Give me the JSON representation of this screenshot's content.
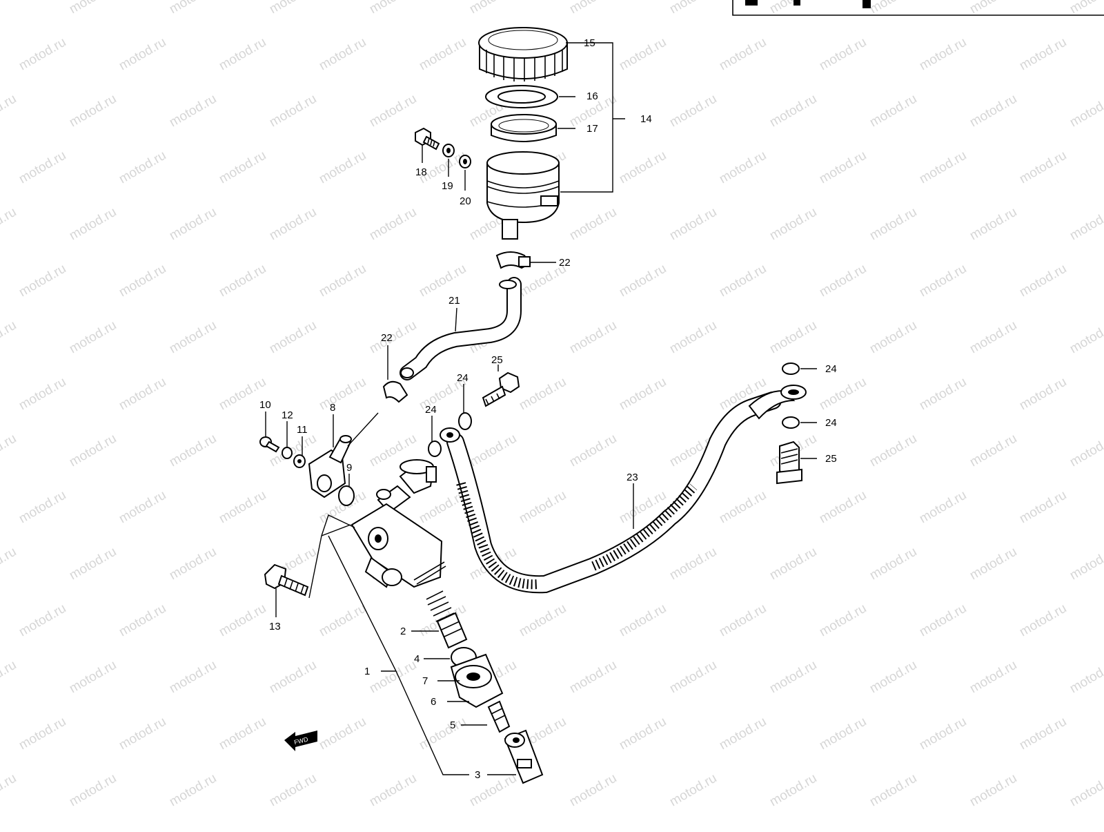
{
  "watermark": {
    "text": "motod.ru"
  },
  "fwd_marker": {
    "text": "FWD"
  },
  "callouts": [
    {
      "id": "p15",
      "text": "15"
    },
    {
      "id": "p16",
      "text": "16"
    },
    {
      "id": "p17",
      "text": "17"
    },
    {
      "id": "p14",
      "text": "14"
    },
    {
      "id": "p18",
      "text": "18"
    },
    {
      "id": "p19",
      "text": "19"
    },
    {
      "id": "p20",
      "text": "20"
    },
    {
      "id": "p22a",
      "text": "22"
    },
    {
      "id": "p21",
      "text": "21"
    },
    {
      "id": "p22b",
      "text": "22"
    },
    {
      "id": "p25a",
      "text": "25"
    },
    {
      "id": "p24a",
      "text": "24"
    },
    {
      "id": "p24b",
      "text": "24"
    },
    {
      "id": "p10",
      "text": "10"
    },
    {
      "id": "p12",
      "text": "12"
    },
    {
      "id": "p11",
      "text": "11"
    },
    {
      "id": "p8",
      "text": "8"
    },
    {
      "id": "p9",
      "text": "9"
    },
    {
      "id": "p24c",
      "text": "24"
    },
    {
      "id": "p24d",
      "text": "24"
    },
    {
      "id": "p25b",
      "text": "25"
    },
    {
      "id": "p23",
      "text": "23"
    },
    {
      "id": "p13",
      "text": "13"
    },
    {
      "id": "p2",
      "text": "2"
    },
    {
      "id": "p1",
      "text": "1"
    },
    {
      "id": "p4",
      "text": "4"
    },
    {
      "id": "p7",
      "text": "7"
    },
    {
      "id": "p6",
      "text": "6"
    },
    {
      "id": "p5",
      "text": "5"
    },
    {
      "id": "p3",
      "text": "3"
    }
  ]
}
